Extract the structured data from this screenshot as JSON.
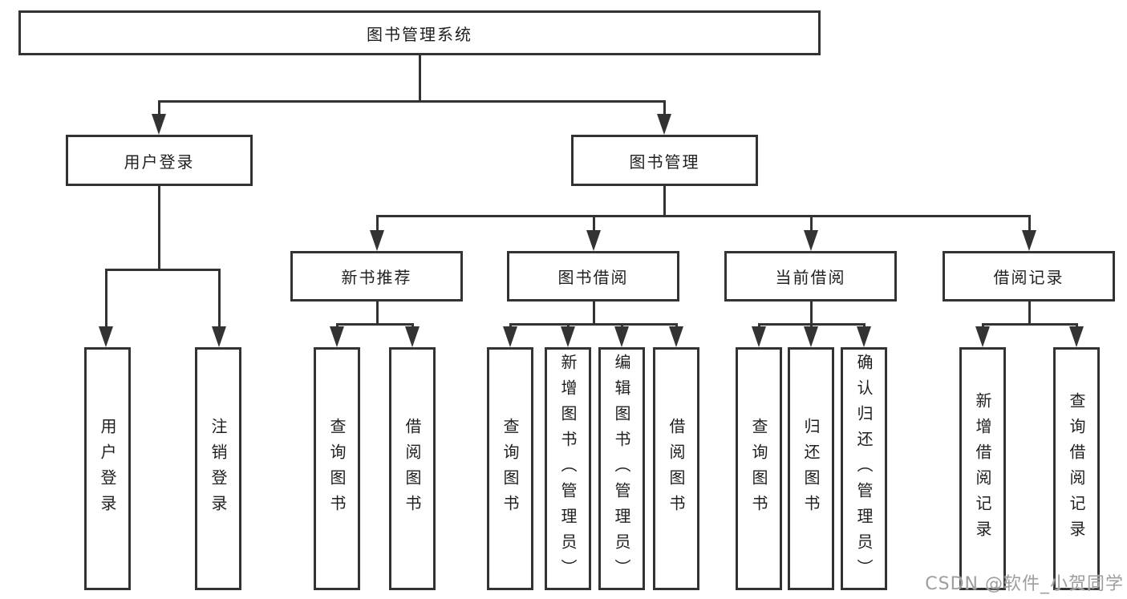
{
  "colors": {
    "line": "#333333",
    "text": "#1f1f1f",
    "watermark": "#9e9e9e",
    "background": "#ffffff"
  },
  "tree": {
    "root": {
      "label": "图书管理系统"
    },
    "children": [
      {
        "label": "用户登录",
        "children": [
          {
            "label": "用户登录"
          },
          {
            "label": "注销登录"
          }
        ]
      },
      {
        "label": "图书管理",
        "children": [
          {
            "label": "新书推荐",
            "children": [
              {
                "label": "查询图书"
              },
              {
                "label": "借阅图书"
              }
            ]
          },
          {
            "label": "图书借阅",
            "children": [
              {
                "label": "查询图书"
              },
              {
                "label": "新增图书（管理员）"
              },
              {
                "label": "编辑图书（管理员）"
              },
              {
                "label": "借阅图书"
              }
            ]
          },
          {
            "label": "当前借阅",
            "children": [
              {
                "label": "查询图书"
              },
              {
                "label": "归还图书"
              },
              {
                "label": "确认归还（管理员）"
              }
            ]
          },
          {
            "label": "借阅记录",
            "children": [
              {
                "label": "新增借阅记录"
              },
              {
                "label": "查询借阅记录"
              }
            ]
          }
        ]
      }
    ]
  },
  "watermark": {
    "text": "CSDN @软件_小贺同学"
  }
}
